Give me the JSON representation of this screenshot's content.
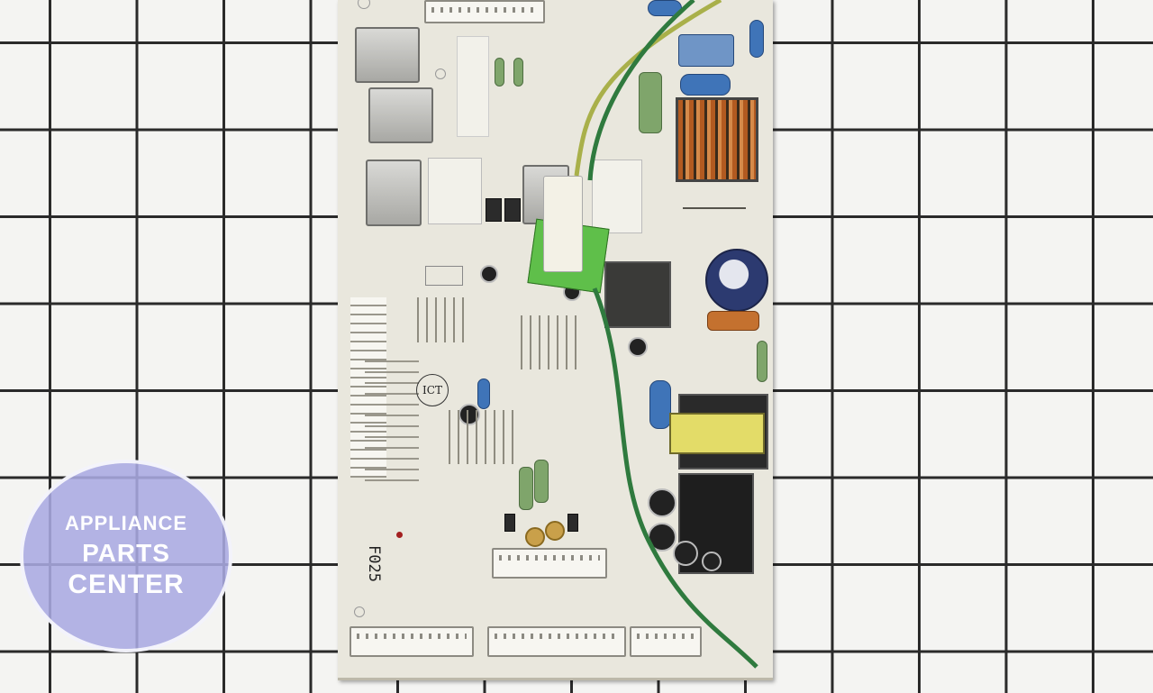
{
  "watermark": {
    "line1": "APPLIANCE",
    "line2": "PARTS",
    "line3": "CENTER"
  },
  "board_markings": {
    "part_code": "F025",
    "test_mark": "ICT"
  },
  "colors": {
    "grid_line": "#2a2a2a",
    "background": "#f4f4f2",
    "board": "#e9e7dd",
    "wire_green": "#2f7a3e",
    "wire_yellow_green": "#a9b04a",
    "logo_fill": "#aaaae1"
  }
}
